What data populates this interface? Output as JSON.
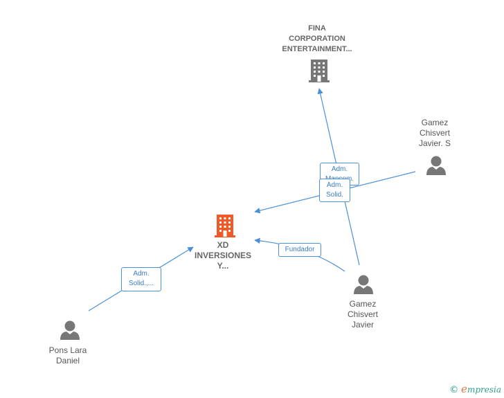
{
  "nodes": {
    "fina": {
      "label": "FINA\nCORPORATION\nENTERTAINMENT...",
      "type": "company"
    },
    "gamez_s": {
      "label": "Gamez\nChisvert\nJavier.  S",
      "type": "person"
    },
    "xd": {
      "label": "XD\nINVERSIONES\nY...",
      "type": "company-main"
    },
    "gamez_j": {
      "label": "Gamez\nChisvert\nJavier",
      "type": "person"
    },
    "pons": {
      "label": "Pons Lara\nDaniel",
      "type": "person"
    }
  },
  "edges": [
    {
      "from": "gamez_j",
      "to": "fina",
      "label": "Adm.\nMancom."
    },
    {
      "from": "gamez_s",
      "to": "xd",
      "label": "Adm.\nSolid."
    },
    {
      "from": "gamez_j",
      "to": "xd",
      "label": "Fundador"
    },
    {
      "from": "pons",
      "to": "xd",
      "label": "Adm.\nSolid.,..."
    }
  ],
  "colors": {
    "edge": "#4a90d9",
    "company_icon": "#777777",
    "main_company_icon": "#f05a28",
    "person_icon": "#777777"
  },
  "brand": {
    "copyright": "©",
    "e": "e",
    "rest": "mpresia"
  }
}
